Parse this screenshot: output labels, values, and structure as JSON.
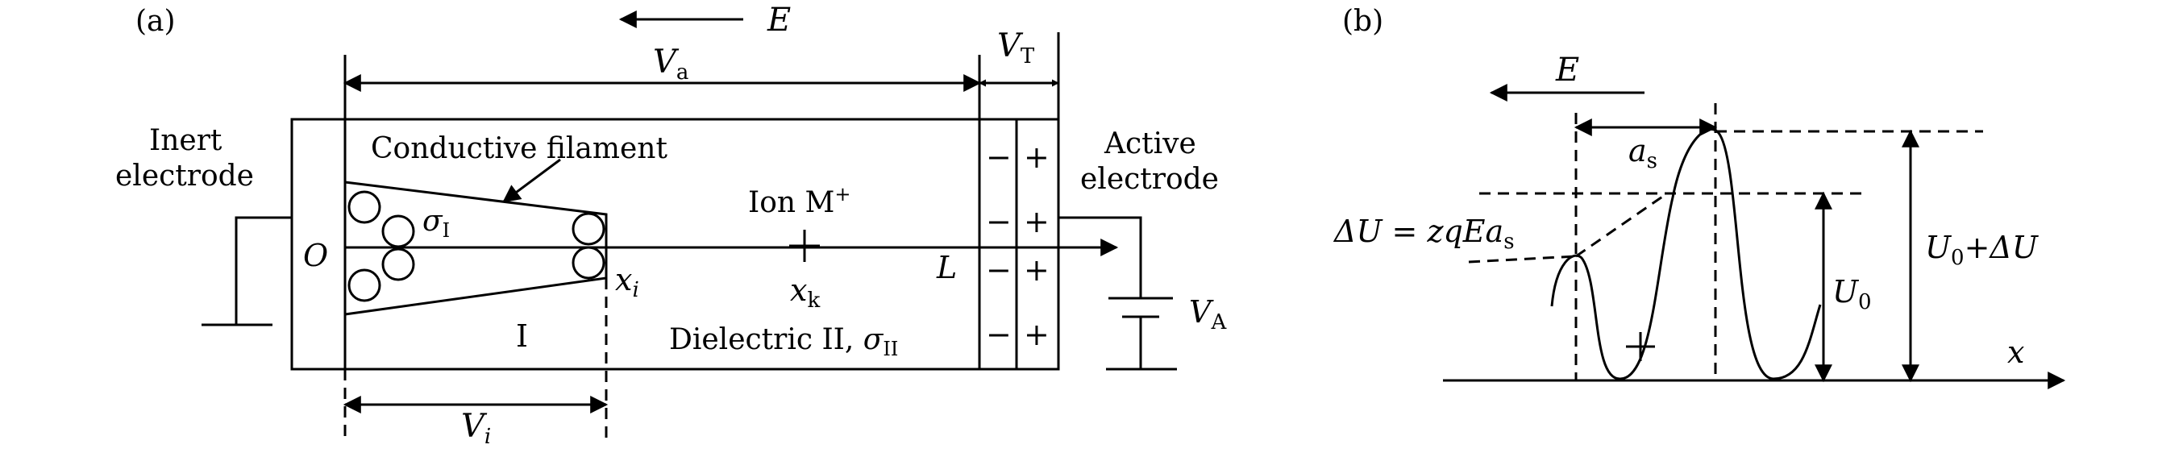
{
  "panel_a": {
    "tag": "(a)",
    "field_label": "E",
    "va_main": "V",
    "va_sub": "a",
    "vt_main": "V",
    "vt_sub": "T",
    "vi_main": "V",
    "vi_sub": "i",
    "inert_line1": "Inert",
    "inert_line2": "electrode",
    "active_line1": "Active",
    "active_line2": "electrode",
    "filament_label": "Conductive filament",
    "sigma_i_main": "σ",
    "sigma_i_sub": "I",
    "ion_label": "Ion M",
    "ion_sup": "+",
    "xi_main": "x",
    "xi_sub": "i",
    "xk_main": "x",
    "xk_sub": "k",
    "origin_label": "O",
    "length_label": "L",
    "region_one": "I",
    "dielectric_label": "Dielectric II, ",
    "sigma_ii_main": "σ",
    "sigma_ii_sub": "II",
    "va_source_main": "V",
    "va_source_sub": "A",
    "minus_sign": "−",
    "plus_sign": "+"
  },
  "panel_b": {
    "tag": "(b)",
    "field_label": "E",
    "as_main": "a",
    "as_sub": "s",
    "delta_u_text": "ΔU = zqEa",
    "delta_u_sub": "s",
    "u0_main": "U",
    "u0_sub": "0",
    "u0_sum_main": "U",
    "u0_sum_sub": "0",
    "u0_sum_rest": "+ΔU",
    "x_axis": "x",
    "ion_plus": "+"
  }
}
